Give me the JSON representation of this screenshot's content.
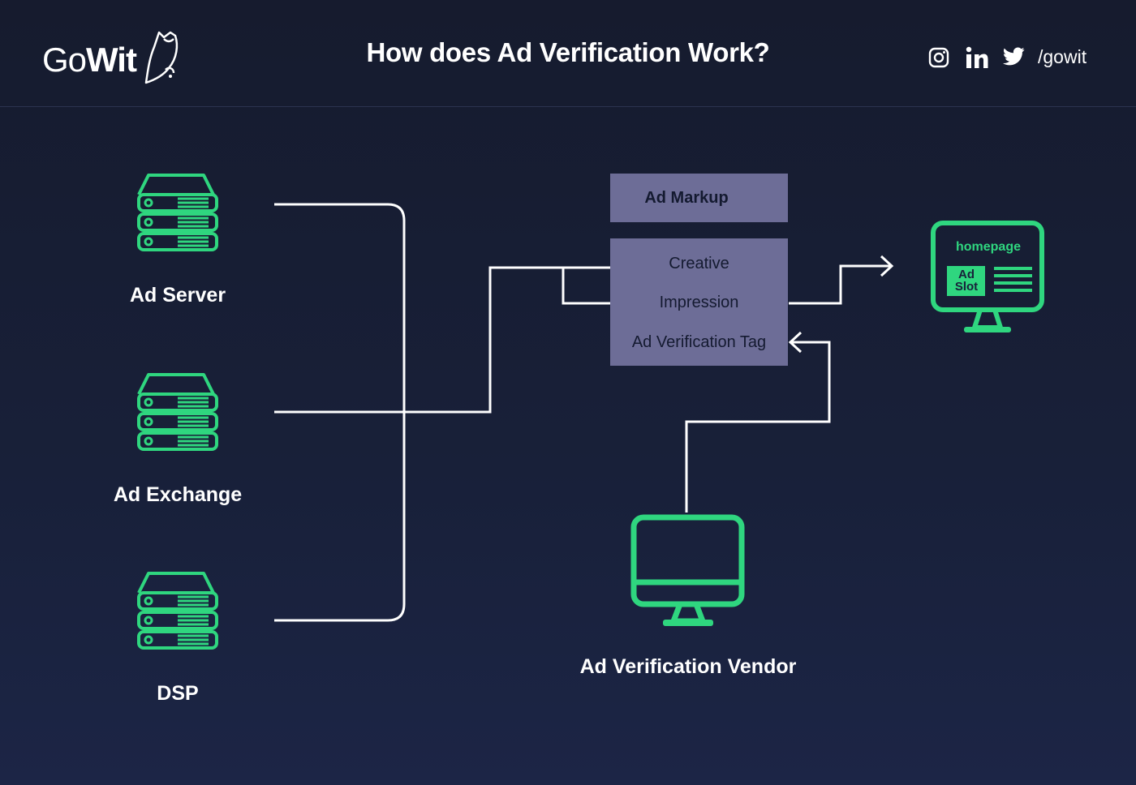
{
  "header": {
    "logo_text_go": "Go",
    "logo_text_wit": "Wit",
    "title": "How does Ad Verification Work?",
    "social_icons": [
      "instagram-icon",
      "linkedin-icon",
      "twitter-icon"
    ],
    "handle": "/gowit"
  },
  "sources": {
    "ad_server": "Ad Server",
    "ad_exchange": "Ad Exchange",
    "dsp": "DSP"
  },
  "ad_markup": {
    "title": "Ad Markup",
    "items": [
      "Creative",
      "Impression",
      "Ad Verification Tag"
    ]
  },
  "destination": {
    "homepage": "homepage",
    "ad_slot_line1": "Ad",
    "ad_slot_line2": "Slot"
  },
  "vendor": {
    "label": "Ad Verification Vendor"
  },
  "colors": {
    "accent_green": "#2fd67f",
    "box_purple": "#6d6d97",
    "background": "#161b2e",
    "line_white": "#ffffff"
  }
}
